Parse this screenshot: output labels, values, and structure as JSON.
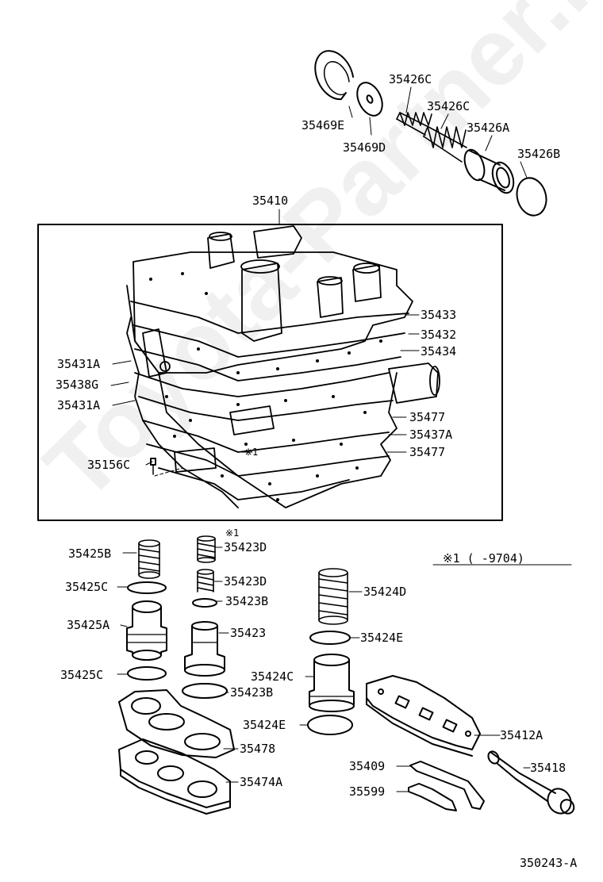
{
  "watermark": "Toyota-Partner.ru",
  "assembly_label": "35410",
  "note_marker": "※1",
  "note": "※1 (    -9704)",
  "diagram_id": "350243-A",
  "labels": {
    "p35426C_a": "35426C",
    "p35426C_b": "35426C",
    "p35469E": "35469E",
    "p35469D": "35469D",
    "p35426A": "35426A",
    "p35426B": "35426B",
    "p35433": "35433",
    "p35432": "35432",
    "p35434": "35434",
    "p35431A_a": "35431A",
    "p35438G": "35438G",
    "p35431A_b": "35431A",
    "p35477_a": "35477",
    "p35437A": "35437A",
    "p35477_b": "35477",
    "p35156C": "35156C",
    "p35425B": "35425B",
    "p35423D_a": "35423D",
    "p35425C_a": "35425C",
    "p35423D_b": "35423D",
    "p35423B_a": "35423B",
    "p35424D": "35424D",
    "p35425A": "35425A",
    "p35423": "35423",
    "p35424E_a": "35424E",
    "p35425C_b": "35425C",
    "p35424C": "35424C",
    "p35423B_b": "35423B",
    "p35424E_b": "35424E",
    "p35412A": "35412A",
    "p35478": "35478",
    "p35409": "35409",
    "p35418": "35418",
    "p35474A": "35474A",
    "p35599": "35599"
  }
}
